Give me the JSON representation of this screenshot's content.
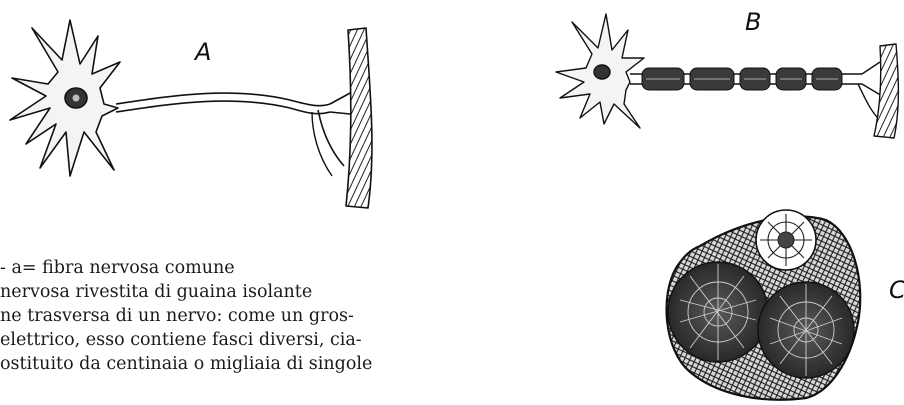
{
  "figure": {
    "labels": {
      "a": "A",
      "b": "B",
      "c": "C"
    },
    "caption_lines": [
      "- a= fibra nervosa comune",
      "nervosa rivestita di guaina isolante",
      "ne trasversa di un nervo: come un gros-",
      "elettrico, esso contiene fasci diversi, cia-",
      "ostituito da centinaia o migliaia di singole"
    ]
  }
}
